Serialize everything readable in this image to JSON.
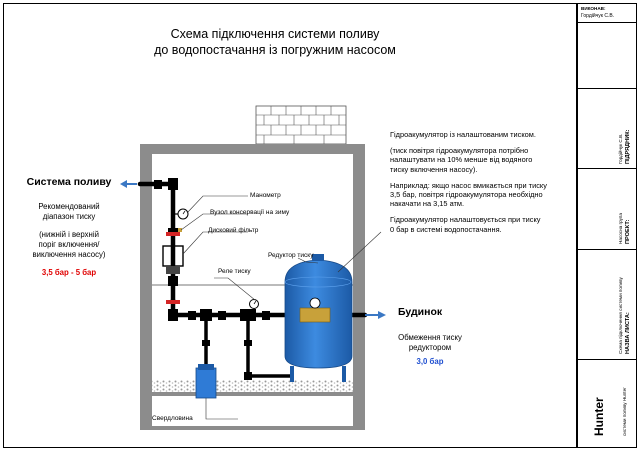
{
  "title": {
    "line1": "Схема підключення системи поливу",
    "line2": "до водопостачання із погружним насосом"
  },
  "left": {
    "system_label": "Система поливу",
    "rec_line1": "Рекомендований",
    "rec_line2": "діапазон тиску",
    "paren_line1": "(нижній і верхній",
    "paren_line2": "поріг включення/",
    "paren_line3": "виключення насосу)",
    "range": "3,5 бар - 5 бар"
  },
  "right": {
    "house_label": "Будинок",
    "limit_line1": "Обмеження тиску",
    "limit_line2": "редуктором",
    "limit_value": "3,0 бар"
  },
  "components": {
    "manometer": "Манометр",
    "conservation_node": "Вузол консервації на зиму",
    "disc_filter": "Дисковий фільтр",
    "pressure_relay": "Реле тиску",
    "pressure_reducer": "Редуктор тиску",
    "borehole": "Свердловина"
  },
  "notes": {
    "p1": "Гідроакумулятор із налаштованим тиском.",
    "p2_l1": "(тиск повітря гідроакумулятора потрібно",
    "p2_l2": "налаштувати на 10% менше від водяного",
    "p2_l3": "тиску включення насосу).",
    "p3_l1": "Наприклад: якщо насос вмикається при тиску",
    "p3_l2": "3,5 бар, повітря гідроакумулятора необхідно",
    "p3_l3": "накачати на 3,15 атм.",
    "p4_l1": "Гідроакумулятор налаштовується при тиску",
    "p4_l2": "0 бар в системі водопостачання."
  },
  "sidebar": {
    "author_label": "ВИКОНАВ:",
    "author_name": "Гордійчук С.В.",
    "contractor_label": "ПІДРЯДНИК:",
    "contractor_text": "Гордійчук С.В.",
    "project_label": "ПРОЕКТ:",
    "project_text": "Насосна група",
    "sheet_label": "НАЗВА ЛИСТА:",
    "sheet_text": "Схема підключення системи поливу",
    "brand": "Hunter",
    "brand_sub": "системи поливу Hunter"
  },
  "colors": {
    "pipe": "#000000",
    "tank": "#2f7bd6",
    "tank_dark": "#1c5aa6",
    "arrow": "#3b78c4",
    "red_text": "#e00000",
    "blue_text": "#1f4fd0",
    "wall": "#8c8c8c",
    "brass": "#c8a13a",
    "valve_red": "#d42424"
  }
}
